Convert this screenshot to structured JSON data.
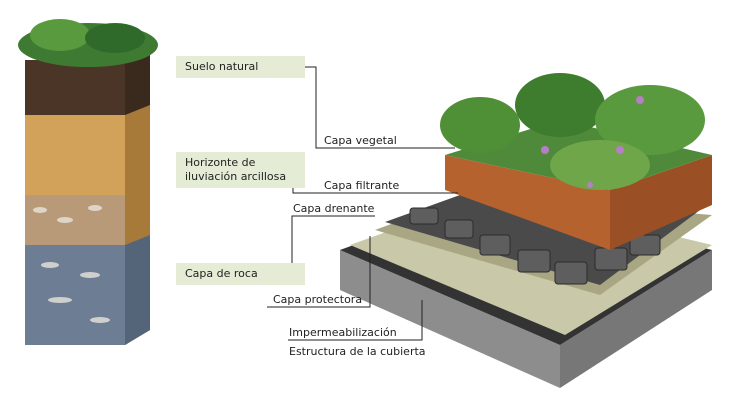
{
  "soil_labels": {
    "natural_soil": "Suelo natural",
    "illuviation_horizon_1": "Horizonte de",
    "illuviation_horizon_2": "iluviación arcillosa",
    "rock_layer": "Capa de roca"
  },
  "roof_labels": {
    "vegetal": "Capa vegetal",
    "filter": "Capa filtrante",
    "drainage": "Capa drenante",
    "protective": "Capa protectora",
    "waterproofing": "Impermeabilización",
    "structure": "Estructura de la cubierta"
  },
  "colors": {
    "label_box": "#e4ecd5",
    "leader_line": "#222222"
  }
}
